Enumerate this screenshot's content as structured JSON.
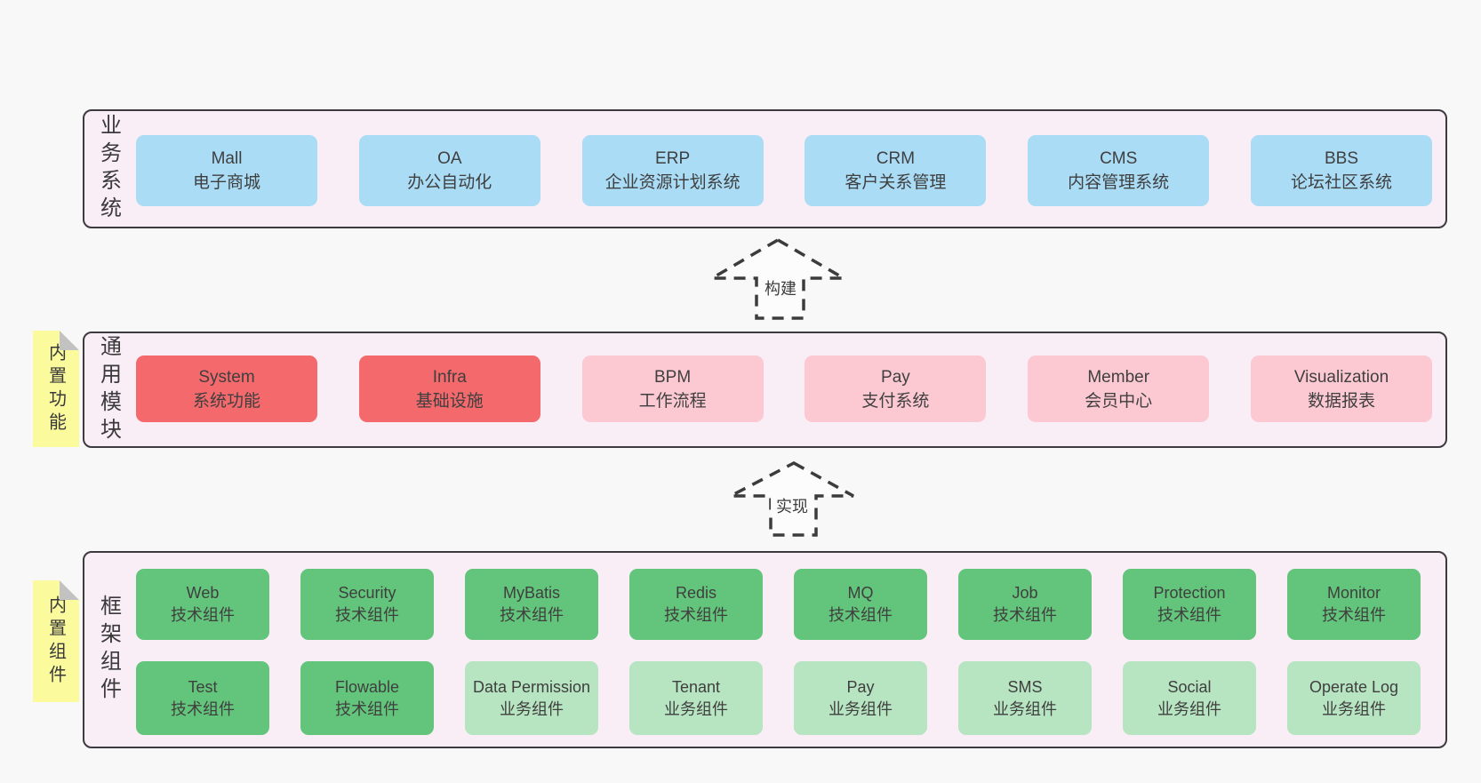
{
  "colors": {
    "page_bg": "#f8f8f8",
    "layer_bg": "#f9edf6",
    "layer_border": "#3e3b40",
    "business_box": "#aadcf6",
    "core_module_box": "#f4696c",
    "optional_module_box": "#fcc9d3",
    "tech_component_box": "#63c57b",
    "biz_component_box": "#b7e4c1",
    "note_bg": "#fbfb9d",
    "text": "#3f3f3f"
  },
  "arrows": {
    "build": "构建",
    "implement": "实现"
  },
  "layers": {
    "business": {
      "label": "业务系统",
      "boxes": [
        {
          "en": "Mall",
          "cn": "电子商城"
        },
        {
          "en": "OA",
          "cn": "办公自动化"
        },
        {
          "en": "ERP",
          "cn": "企业资源计划系统"
        },
        {
          "en": "CRM",
          "cn": "客户关系管理"
        },
        {
          "en": "CMS",
          "cn": "内容管理系统"
        },
        {
          "en": "BBS",
          "cn": "论坛社区系统"
        }
      ]
    },
    "modules": {
      "label": "通用模块",
      "note": "内置功能",
      "boxes": [
        {
          "en": "System",
          "cn": "系统功能"
        },
        {
          "en": "Infra",
          "cn": "基础设施"
        },
        {
          "en": "BPM",
          "cn": "工作流程"
        },
        {
          "en": "Pay",
          "cn": "支付系统"
        },
        {
          "en": "Member",
          "cn": "会员中心"
        },
        {
          "en": "Visualization",
          "cn": "数据报表"
        }
      ]
    },
    "components": {
      "label": "框架组件",
      "note": "内置组件",
      "row1": [
        {
          "en": "Web",
          "cn": "技术组件"
        },
        {
          "en": "Security",
          "cn": "技术组件"
        },
        {
          "en": "MyBatis",
          "cn": "技术组件"
        },
        {
          "en": "Redis",
          "cn": "技术组件"
        },
        {
          "en": "MQ",
          "cn": "技术组件"
        },
        {
          "en": "Job",
          "cn": "技术组件"
        },
        {
          "en": "Protection",
          "cn": "技术组件"
        },
        {
          "en": "Monitor",
          "cn": "技术组件"
        }
      ],
      "row2": [
        {
          "en": "Test",
          "cn": "技术组件"
        },
        {
          "en": "Flowable",
          "cn": "技术组件"
        },
        {
          "en": "Data Permission",
          "cn": "业务组件"
        },
        {
          "en": "Tenant",
          "cn": "业务组件"
        },
        {
          "en": "Pay",
          "cn": "业务组件"
        },
        {
          "en": "SMS",
          "cn": "业务组件"
        },
        {
          "en": "Social",
          "cn": "业务组件"
        },
        {
          "en": "Operate Log",
          "cn": "业务组件"
        }
      ]
    }
  }
}
